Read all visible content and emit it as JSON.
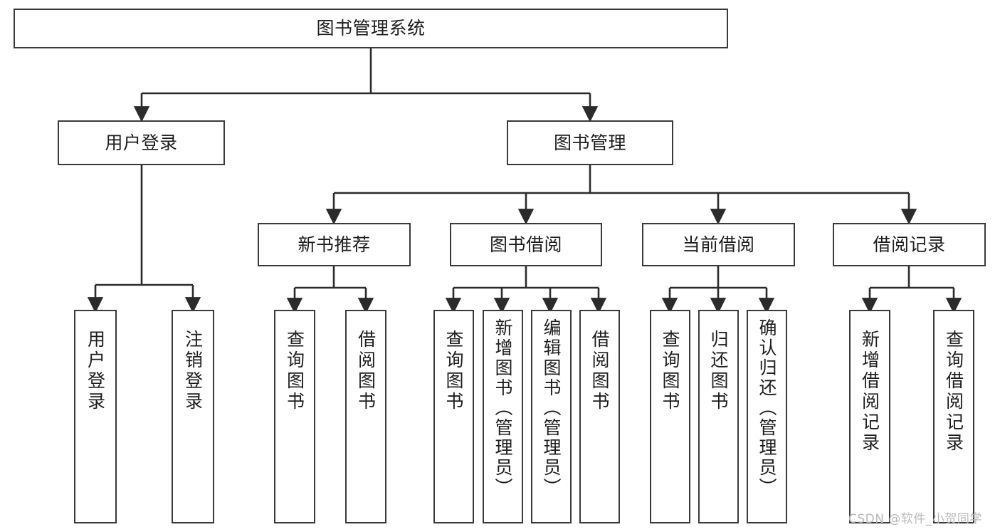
{
  "diagram": {
    "title": "图书管理系统",
    "type": "tree",
    "watermark": "CSDN @软件_小贺同学",
    "colors": {
      "box_border": "#3a3a3a",
      "box_fill": "#ffffff",
      "connector": "#2b2b2b",
      "text": "#1d1d1d",
      "watermark": "#b9b9b9"
    },
    "nodes": {
      "root": {
        "label": "图书管理系统"
      },
      "level2": [
        {
          "id": "user-login",
          "label": "用户登录"
        },
        {
          "id": "book-manage",
          "label": "图书管理"
        }
      ],
      "level3": [
        {
          "id": "new-book-recommend",
          "label": "新书推荐"
        },
        {
          "id": "book-borrow",
          "label": "图书借阅"
        },
        {
          "id": "current-borrow",
          "label": "当前借阅"
        },
        {
          "id": "borrow-record",
          "label": "借阅记录"
        }
      ],
      "leaves": {
        "user-login": [
          {
            "id": "leaf-user-login",
            "label": "用户登录"
          },
          {
            "id": "leaf-logout-login",
            "label": "注销登录"
          }
        ],
        "new-book-recommend": [
          {
            "id": "leaf-query-book-1",
            "label": "查询图书"
          },
          {
            "id": "leaf-borrow-book-1",
            "label": "借阅图书"
          }
        ],
        "book-borrow": [
          {
            "id": "leaf-query-book-2",
            "label": "查询图书"
          },
          {
            "id": "leaf-add-book",
            "label": "新增图书（管理员）"
          },
          {
            "id": "leaf-edit-book",
            "label": "编辑图书（管理员）"
          },
          {
            "id": "leaf-borrow-book-2",
            "label": "借阅图书"
          }
        ],
        "current-borrow": [
          {
            "id": "leaf-query-book-3",
            "label": "查询图书"
          },
          {
            "id": "leaf-return-book",
            "label": "归还图书"
          },
          {
            "id": "leaf-confirm-return",
            "label": "确认归还（管理员）"
          }
        ],
        "borrow-record": [
          {
            "id": "leaf-add-record",
            "label": "新增借阅记录"
          },
          {
            "id": "leaf-query-record",
            "label": "查询借阅记录"
          }
        ]
      }
    }
  }
}
